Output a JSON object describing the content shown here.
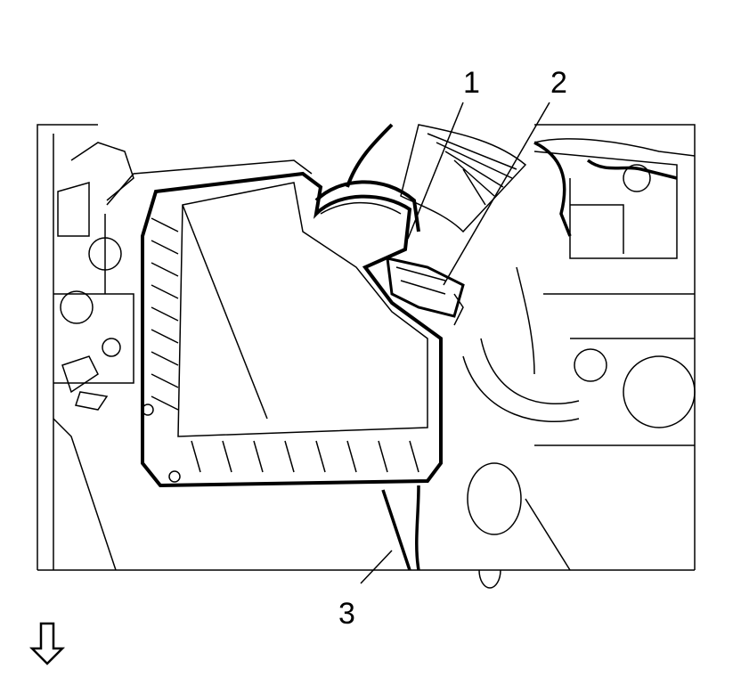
{
  "callouts": [
    {
      "id": "1",
      "label": "1"
    },
    {
      "id": "2",
      "label": "2"
    },
    {
      "id": "3",
      "label": "3"
    }
  ],
  "orientation_arrow": {
    "direction": "down",
    "icon": "hollow-arrow-down-icon"
  },
  "colors": {
    "line": "#000000",
    "background": "#ffffff"
  }
}
